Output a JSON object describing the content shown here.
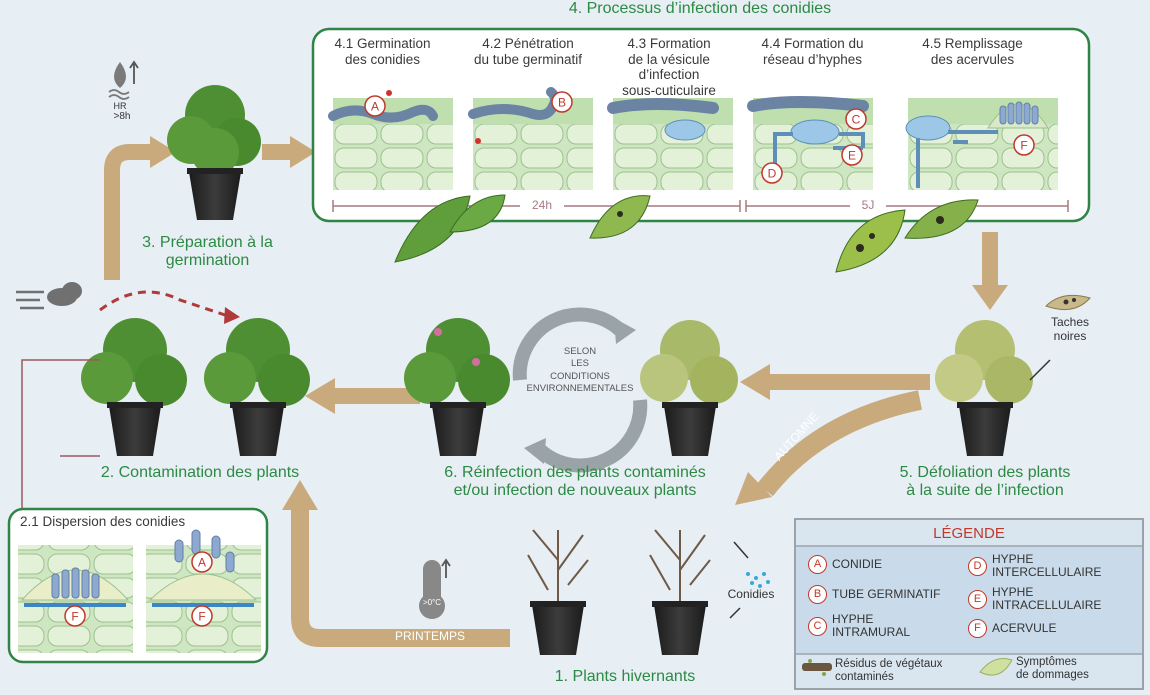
{
  "stage4": {
    "title": "4. Processus d’infection des conidies",
    "steps": [
      {
        "label": "4.1 Germination\ndes conidies"
      },
      {
        "label": "4.2 Pénétration\ndu tube germinatif"
      },
      {
        "label": "4.3 Formation\nde la vésicule\nd’infection\nsous-cuticulaire"
      },
      {
        "label": "4.4 Formation du\nréseau d’hyphes"
      },
      {
        "label": "4.5 Remplissage\ndes acervules"
      }
    ],
    "timeline_a": "24h",
    "timeline_b": "5J"
  },
  "stage3": {
    "title": "3. Préparation à la\ngermination",
    "humidity_label": "HR",
    "humidity_value": ">8h"
  },
  "stage2": {
    "title": "2. Contamination des plants"
  },
  "stage21": {
    "title": "2.1 Dispersion des conidies"
  },
  "stage6": {
    "title": "6. Réinfection des plants contaminés\net/ou infection de nouveaux plants"
  },
  "cycle": {
    "text": "SELON\nLES\nCONDITIONS\nENVIRONNEMENTALES"
  },
  "stage5": {
    "title": "5. Défoliation des plants\nà la suite de l’infection",
    "spots_label": "Taches\nnoires"
  },
  "stage1": {
    "title": "1. Plants hivernants",
    "conidia_label": "Conidies",
    "temp_label": ">0°C"
  },
  "seasons": {
    "autumn": "AUTOMNE",
    "spring": "PRINTEMPS"
  },
  "markers": {
    "A": "A",
    "B": "B",
    "C": "C",
    "D": "D",
    "E": "E",
    "F": "F"
  },
  "legend": {
    "title": "LÉGENDE",
    "items": [
      {
        "letter": "A",
        "text": "CONIDIE"
      },
      {
        "letter": "B",
        "text": "TUBE GERMINATIF"
      },
      {
        "letter": "C",
        "text": "HYPHE\nINTRAMURAL"
      },
      {
        "letter": "D",
        "text": "HYPHE\nINTERCELLULAIRE"
      },
      {
        "letter": "E",
        "text": "HYPHE\nINTRACELLULAIRE"
      },
      {
        "letter": "F",
        "text": "ACERVULE"
      }
    ],
    "residue": "Résidus de végétaux\ncontaminés",
    "symptoms": "Symptômes\nde dommages"
  },
  "colors": {
    "green": "#2d8a44",
    "arrow": "#c9aa7c",
    "marker": "#c0392b",
    "conidia": "#3aa9d8"
  }
}
